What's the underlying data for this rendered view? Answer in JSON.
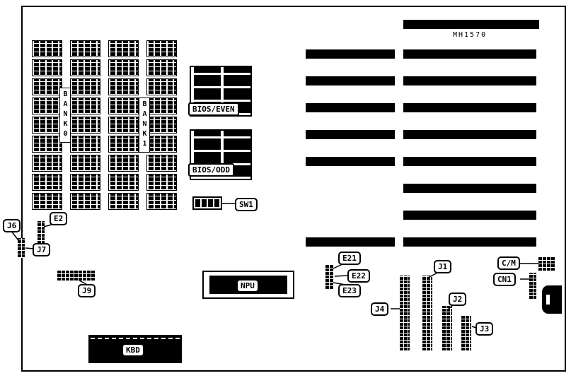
{
  "board": {
    "model": "MH1570"
  },
  "labels": {
    "bank0": "BANK0",
    "bank1": "BANK1",
    "bios_even": "BIOS/EVEN",
    "bios_odd": "BIOS/ODD",
    "sw1": "SW1",
    "npu": "NPU",
    "kbd": "KBD",
    "j1": "J1",
    "j2": "J2",
    "j3": "J3",
    "j4": "J4",
    "j6": "J6",
    "j7": "J7",
    "j9": "J9",
    "e2": "E2",
    "e21": "E21",
    "e22": "E22",
    "e23": "E23",
    "cm": "C/M",
    "cn1": "CN1"
  },
  "memory": {
    "columns": 4,
    "chips_per_column": 9
  },
  "sw1": {
    "positions": 4
  },
  "slots": {
    "left_count": 6,
    "right_count": 8,
    "top_long_count": 1
  }
}
